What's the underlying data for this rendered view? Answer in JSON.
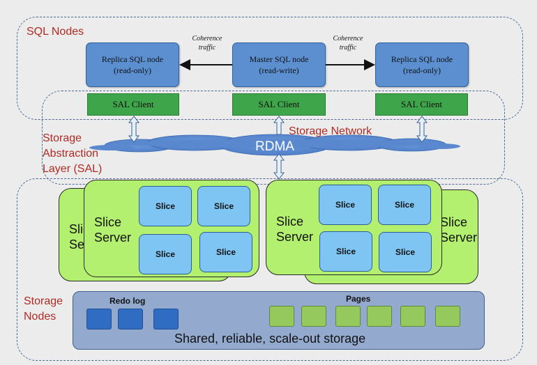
{
  "regions": {
    "sql_nodes_label": "SQL Nodes",
    "sal_label_line1": "Storage",
    "sal_label_line2": "Abstraction",
    "sal_label_line3": "Layer (SAL)",
    "storage_network_label": "Storage Network",
    "storage_nodes_line1": "Storage",
    "storage_nodes_line2": "Nodes"
  },
  "sql_nodes": [
    {
      "name": "Replica SQL node",
      "mode": "(read-only)"
    },
    {
      "name": "Master SQL node",
      "mode": "(read-write)"
    },
    {
      "name": "Replica SQL node",
      "mode": "(read-only)"
    }
  ],
  "coherence": {
    "line1": "Coherence",
    "line2": "traffic"
  },
  "sal_client": "SAL Client",
  "network": {
    "rdma": "RDMA"
  },
  "slice_server": {
    "line1": "Slice",
    "line2": "Server"
  },
  "slice_label": "Slice",
  "storage": {
    "redo_log_label": "Redo log",
    "pages_label": "Pages",
    "caption": "Shared, reliable, scale-out storage"
  },
  "colors": {
    "sql_node": "#5b8fd0",
    "sal_client": "#3fa54a",
    "slice_server": "#b4f06f",
    "slice": "#7fc5f3",
    "storage": "#93aace",
    "redo_block": "#2f6cc2",
    "page_block": "#95c95d",
    "region_label": "#b02a24"
  }
}
